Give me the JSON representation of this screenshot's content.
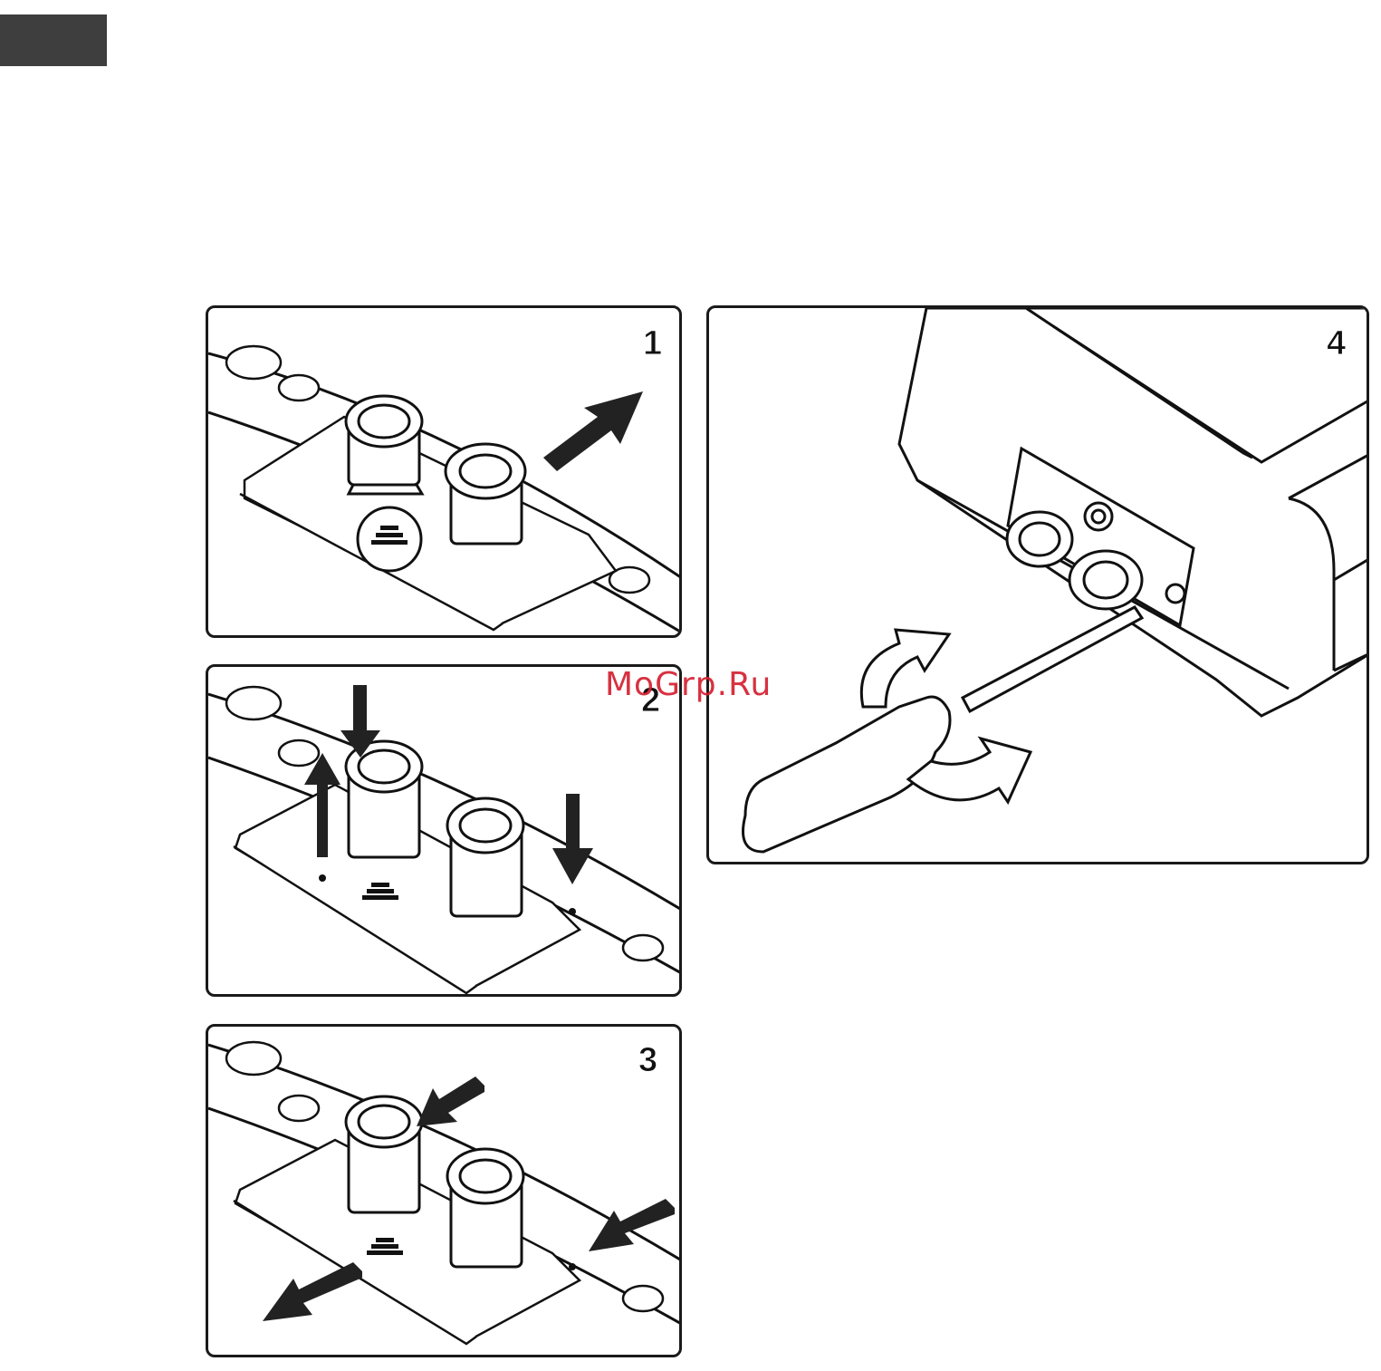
{
  "page": {
    "header_tab_color": "#3e3e3e",
    "watermark": "MoGrp.Ru"
  },
  "steps": [
    {
      "number": "1"
    },
    {
      "number": "2"
    },
    {
      "number": "3"
    },
    {
      "number": "4"
    }
  ]
}
